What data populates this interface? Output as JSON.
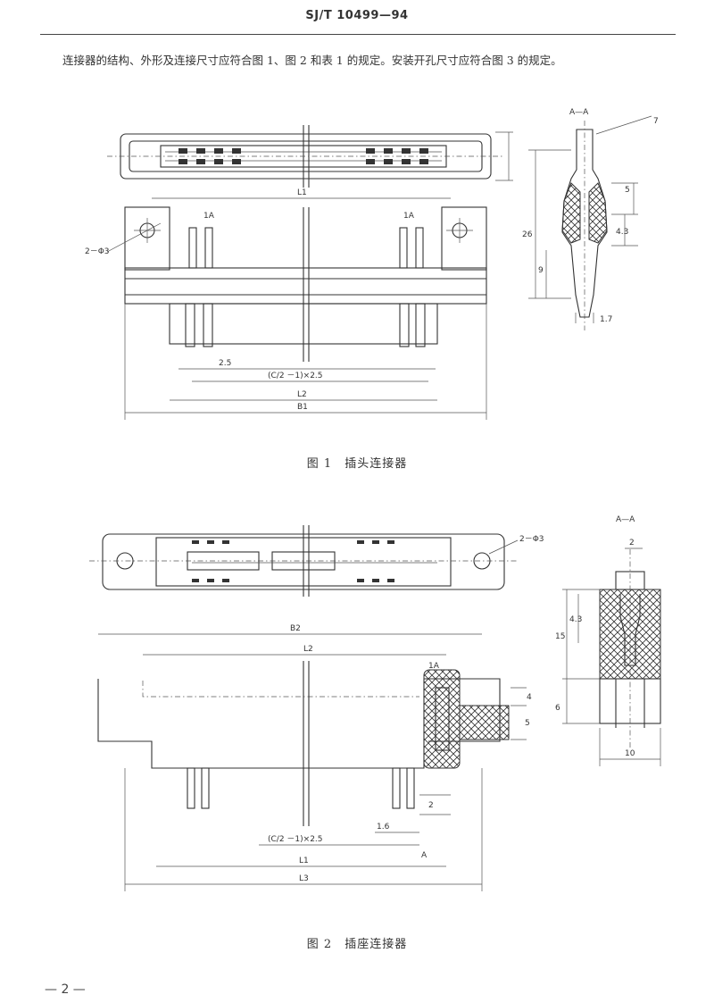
{
  "header": {
    "code": "SJ/T 10499—94"
  },
  "intro": "连接器的结构、外形及连接尺寸应符合图 1、图 2 和表 1 的规定。安装开孔尺寸应符合图 3 的规定。",
  "figure1": {
    "caption": "图 1　插头连接器",
    "labels": {
      "section": "A—A",
      "section_ref": "1A",
      "holes": "2－Φ3",
      "pitch": "2.5",
      "formula": "(C/2 －1)×2.5",
      "l1": "L1",
      "l2": "L2",
      "b1": "B1",
      "d26": "26",
      "d9": "9",
      "d43": "4.3",
      "d5": "5",
      "d7": "7",
      "d17": "1.7"
    }
  },
  "figure2": {
    "caption": "图 2　插座连接器",
    "labels": {
      "section": "A—A",
      "holes": "2－Φ3",
      "b2": "B2",
      "l2": "L2",
      "l1": "L1",
      "l3": "L3",
      "formula": "(C/2 －1)×2.5",
      "section_ref": "1A",
      "d2": "2",
      "d43": "4.3",
      "d15": "15",
      "d6": "6",
      "d10": "10",
      "d5": "5",
      "d4": "4",
      "d16": "1.6",
      "a": "A"
    }
  },
  "footer": {
    "page": "— 2 —"
  }
}
